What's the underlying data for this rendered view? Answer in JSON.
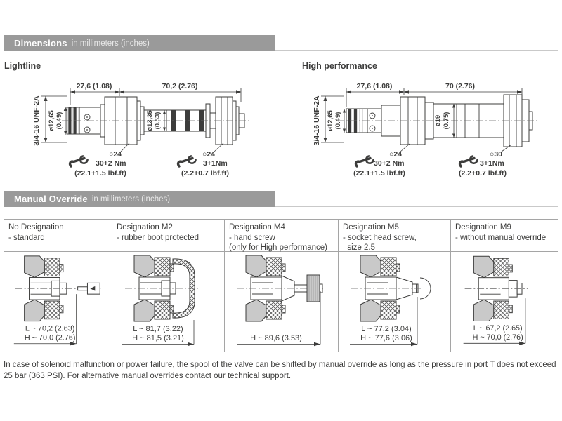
{
  "colors": {
    "header_bar": "#9a9a9a",
    "header_rule": "#c9c9c9",
    "ink": "#3c3c3b",
    "table_border": "#a5a5a5",
    "gray_fill": "#c9c9c9"
  },
  "dimensions": {
    "title": "Dimensions",
    "subtitle": "in millimeters (inches)",
    "lightline": {
      "label": "Lightline",
      "thread": "3/4-16 UNF-2A",
      "thread_dia": "ø12,65",
      "thread_dia_in": "(0.49)",
      "dim_left": "27,6 (1.08)",
      "dim_right": "70,2 (2.76)",
      "mid_dia": "ø13,35",
      "mid_dia_in": "(0.53)",
      "af_left": "○24",
      "af_right": "○24",
      "torque_left": "30+2 Nm",
      "torque_left_lb": "(22.1+1.5 lbf.ft)",
      "torque_right": "3+1Nm",
      "torque_right_lb": "(2.2+0.7 lbf.ft)"
    },
    "high_performance": {
      "label": "High performance",
      "thread": "3/4-16 UNF-2A",
      "thread_dia": "ø12,65",
      "thread_dia_in": "(0.49)",
      "dim_left": "27,6 (1.08)",
      "dim_right": "70 (2.76)",
      "mid_dia": "ø19",
      "mid_dia_in": "(0.75)",
      "af_left": "○24",
      "af_right": "○30",
      "torque_left": "30+2 Nm",
      "torque_left_lb": "(22.1+1.5 lbf.ft)",
      "torque_right": "3+1Nm",
      "torque_right_lb": "(2.2+0.7 lbf.ft)"
    }
  },
  "manual_override": {
    "title": "Manual Override",
    "subtitle": "in millimeters (inches)",
    "columns": [
      {
        "title": "No Designation",
        "subtitle": "- standard",
        "dim_l": "L ~ 70,2 (2.63)",
        "dim_h": "H ~ 70,0 (2.76)"
      },
      {
        "title": "Designation M2",
        "subtitle": "- rubber boot protected",
        "dim_l": "L ~ 81,7 (3.22)",
        "dim_h": "H ~ 81,5 (3.21)"
      },
      {
        "title": "Designation M4",
        "subtitle": "- hand screw\n(only for High performance)",
        "dim_h": "H ~ 89,6 (3.53)"
      },
      {
        "title": "Designation M5",
        "subtitle": "- socket head screw,\n  size 2.5",
        "dim_l": "L ~ 77,2 (3.04)",
        "dim_h": "H ~ 77,6 (3.06)"
      },
      {
        "title": "Designation M9",
        "subtitle": "- without manual override",
        "dim_l": "L ~ 67,2 (2.65)",
        "dim_h": "H ~ 70,0 (2.76)"
      }
    ]
  },
  "note": "In case of solenoid malfunction or power failure, the spool of the valve can be shifted by manual override as long as the pressure in port T does not exceed 25 bar (363 PSI). For alternative manual overrides contact our technical support."
}
